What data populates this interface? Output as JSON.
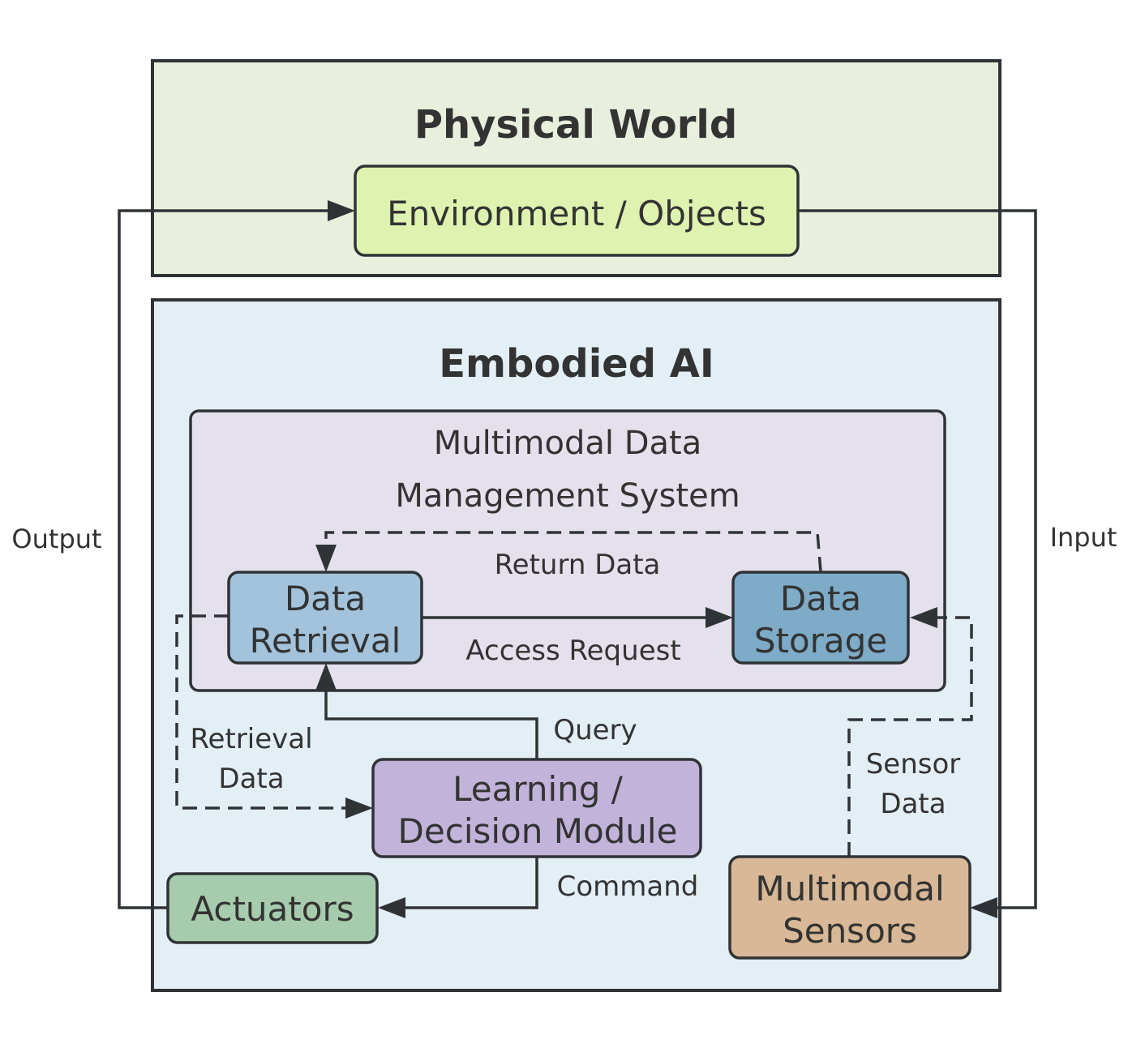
{
  "diagram": {
    "physical_world": {
      "title": "Physical  World",
      "environment_box": "Environment / Objects"
    },
    "embodied_ai": {
      "title": "Embodied AI",
      "mdms": {
        "title_line1": "Multimodal Data",
        "title_line2": "Management System",
        "data_retrieval": [
          "Data",
          "Retrieval"
        ],
        "data_storage": [
          "Data",
          "Storage"
        ]
      },
      "learning_module": [
        "Learning /",
        "Decision Module"
      ],
      "actuators": "Actuators",
      "sensors": [
        "Multimodal",
        "Sensors"
      ]
    },
    "edge_labels": {
      "output": "Output",
      "input": "Input",
      "return_data": "Return Data",
      "access_request": "Access Request",
      "query": "Query",
      "retrieval_data": [
        "Retrieval",
        "Data"
      ],
      "sensor_data": [
        "Sensor",
        "Data"
      ],
      "command": "Command"
    },
    "colors": {
      "physical_world_bg": "#e8efdd",
      "environment_bg": "#dff2b0",
      "embodied_ai_bg": "#e3eef5",
      "mdms_bg": "#e4e1ec",
      "data_retrieval_bg": "#a2c3db",
      "data_storage_bg": "#7eabc7",
      "learning_bg": "#c2b3da",
      "actuators_bg": "#a7ccad",
      "sensors_bg": "#d8b896",
      "stroke": "#2f3336",
      "text": "#333333"
    }
  }
}
